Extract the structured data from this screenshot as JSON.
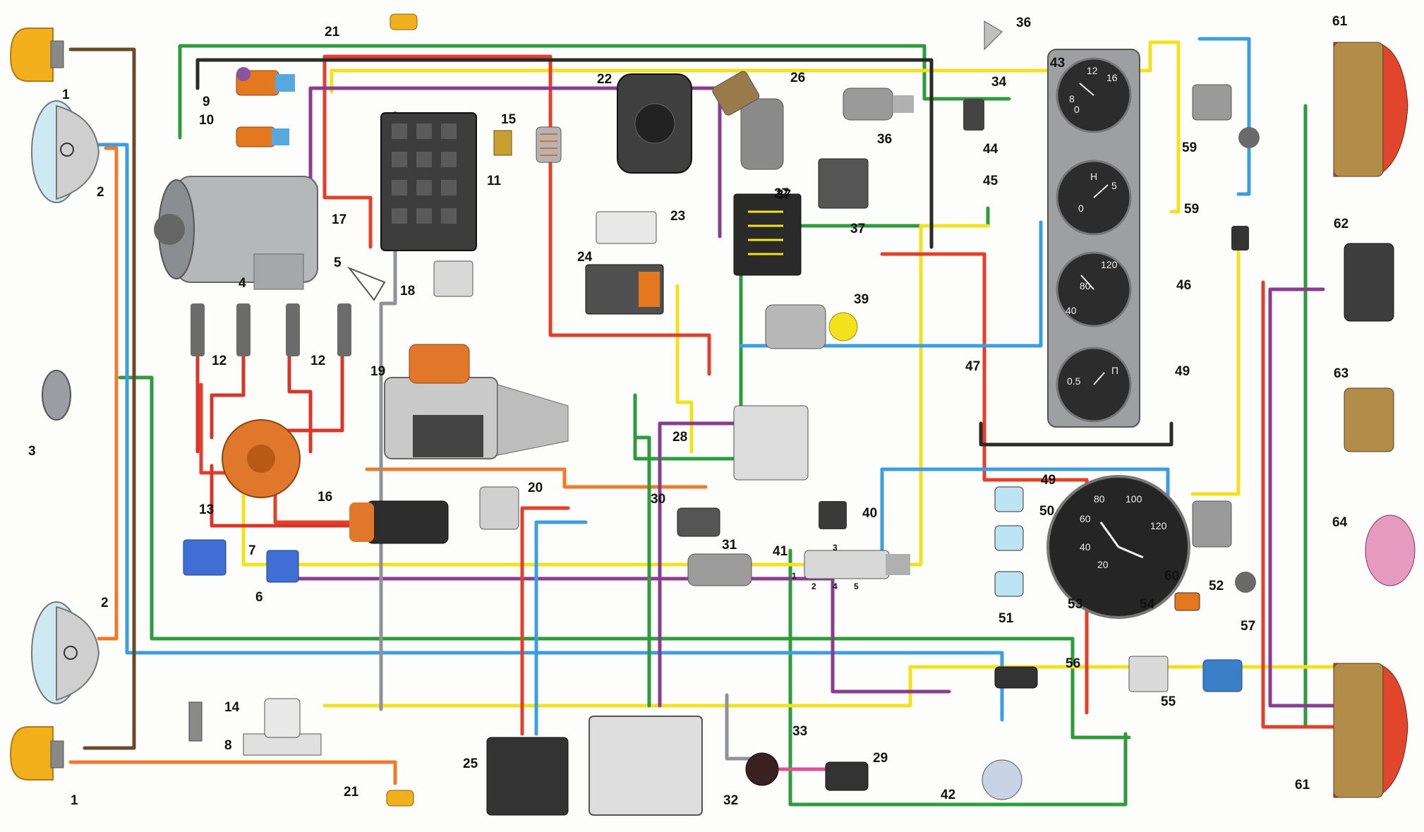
{
  "wire_colors": {
    "red": "#e2402b",
    "orange": "#ee7a2a",
    "yellow": "#f2e21e",
    "green": "#2e9b3c",
    "blue": "#3a9ee0",
    "violet": "#8a3d8f",
    "brown": "#6b4a2a",
    "black": "#2a2a2a",
    "gray": "#8f9396",
    "pink": "#e54e8e",
    "white": "#f4f4f4"
  },
  "labels": [
    {
      "id": "c1a",
      "text": "1"
    },
    {
      "id": "c1b",
      "text": "1"
    },
    {
      "id": "c2a",
      "text": "2"
    },
    {
      "id": "c2b",
      "text": "2"
    },
    {
      "id": "c3",
      "text": "3"
    },
    {
      "id": "c4",
      "text": "4"
    },
    {
      "id": "c5",
      "text": "5"
    },
    {
      "id": "c6",
      "text": "6"
    },
    {
      "id": "c7",
      "text": "7"
    },
    {
      "id": "c8",
      "text": "8"
    },
    {
      "id": "c9",
      "text": "9"
    },
    {
      "id": "c10",
      "text": "10"
    },
    {
      "id": "c11",
      "text": "11"
    },
    {
      "id": "c12a",
      "text": "12"
    },
    {
      "id": "c12b",
      "text": "12"
    },
    {
      "id": "c13",
      "text": "13"
    },
    {
      "id": "c14",
      "text": "14"
    },
    {
      "id": "c15",
      "text": "15"
    },
    {
      "id": "c16",
      "text": "16"
    },
    {
      "id": "c17",
      "text": "17"
    },
    {
      "id": "c18",
      "text": "18"
    },
    {
      "id": "c19",
      "text": "19"
    },
    {
      "id": "c20",
      "text": "20"
    },
    {
      "id": "c21a",
      "text": "21"
    },
    {
      "id": "c21b",
      "text": "21"
    },
    {
      "id": "c22",
      "text": "22"
    },
    {
      "id": "c23",
      "text": "23"
    },
    {
      "id": "c24",
      "text": "24"
    },
    {
      "id": "c25",
      "text": "25"
    },
    {
      "id": "c26",
      "text": "26"
    },
    {
      "id": "c27",
      "text": "27"
    },
    {
      "id": "c28",
      "text": "28"
    },
    {
      "id": "c29",
      "text": "29"
    },
    {
      "id": "c30",
      "text": "30"
    },
    {
      "id": "c31",
      "text": "31"
    },
    {
      "id": "c32",
      "text": "32"
    },
    {
      "id": "c33",
      "text": "33"
    },
    {
      "id": "c34",
      "text": "34"
    },
    {
      "id": "c36a",
      "text": "36"
    },
    {
      "id": "c36b",
      "text": "36"
    },
    {
      "id": "c37a",
      "text": "37"
    },
    {
      "id": "c37b",
      "text": "37"
    },
    {
      "id": "c39",
      "text": "39"
    },
    {
      "id": "c40",
      "text": "40"
    },
    {
      "id": "c41",
      "text": "41"
    },
    {
      "id": "c42",
      "text": "42"
    },
    {
      "id": "c43",
      "text": "43"
    },
    {
      "id": "c44",
      "text": "44"
    },
    {
      "id": "c45",
      "text": "45"
    },
    {
      "id": "c46",
      "text": "46"
    },
    {
      "id": "c47",
      "text": "47"
    },
    {
      "id": "c49a",
      "text": "49"
    },
    {
      "id": "c49b",
      "text": "49"
    },
    {
      "id": "c50",
      "text": "50"
    },
    {
      "id": "c51",
      "text": "51"
    },
    {
      "id": "c52",
      "text": "52"
    },
    {
      "id": "c53",
      "text": "53"
    },
    {
      "id": "c54",
      "text": "54"
    },
    {
      "id": "c55",
      "text": "55"
    },
    {
      "id": "c56",
      "text": "56"
    },
    {
      "id": "c57",
      "text": "57"
    },
    {
      "id": "c59a",
      "text": "59"
    },
    {
      "id": "c59b",
      "text": "59"
    },
    {
      "id": "c60",
      "text": "60"
    },
    {
      "id": "c61a",
      "text": "61"
    },
    {
      "id": "c61b",
      "text": "61"
    },
    {
      "id": "c62",
      "text": "62"
    },
    {
      "id": "c63",
      "text": "63"
    },
    {
      "id": "c64",
      "text": "64"
    }
  ],
  "speedometer": {
    "ticks": [
      "20",
      "40",
      "60",
      "80",
      "100",
      "120"
    ]
  },
  "gauges": {
    "fuel": {
      "ticks": [
        "0",
        "8",
        "12",
        "16"
      ]
    },
    "volt": {
      "ticks": [
        "0",
        "5",
        "H"
      ]
    },
    "temp": {
      "ticks": [
        "40",
        "80",
        "120"
      ]
    },
    "oil": {
      "ticks": [
        "0.5",
        "П"
      ]
    }
  },
  "switch_41_pins": {
    "p1": "1",
    "p2": "2",
    "p3": "3",
    "p4": "4",
    "p5": "5"
  }
}
